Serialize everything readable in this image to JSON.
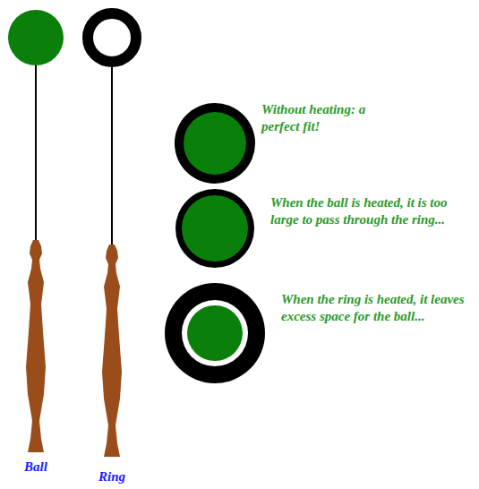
{
  "diagram": {
    "labels": [
      "Without heating: a perfect fit!",
      "When the ball is heated, it is too large to pass through the ring...",
      "When the ring is heated, it leaves excess space for the ball...",
      "Ball",
      "Ring"
    ]
  }
}
